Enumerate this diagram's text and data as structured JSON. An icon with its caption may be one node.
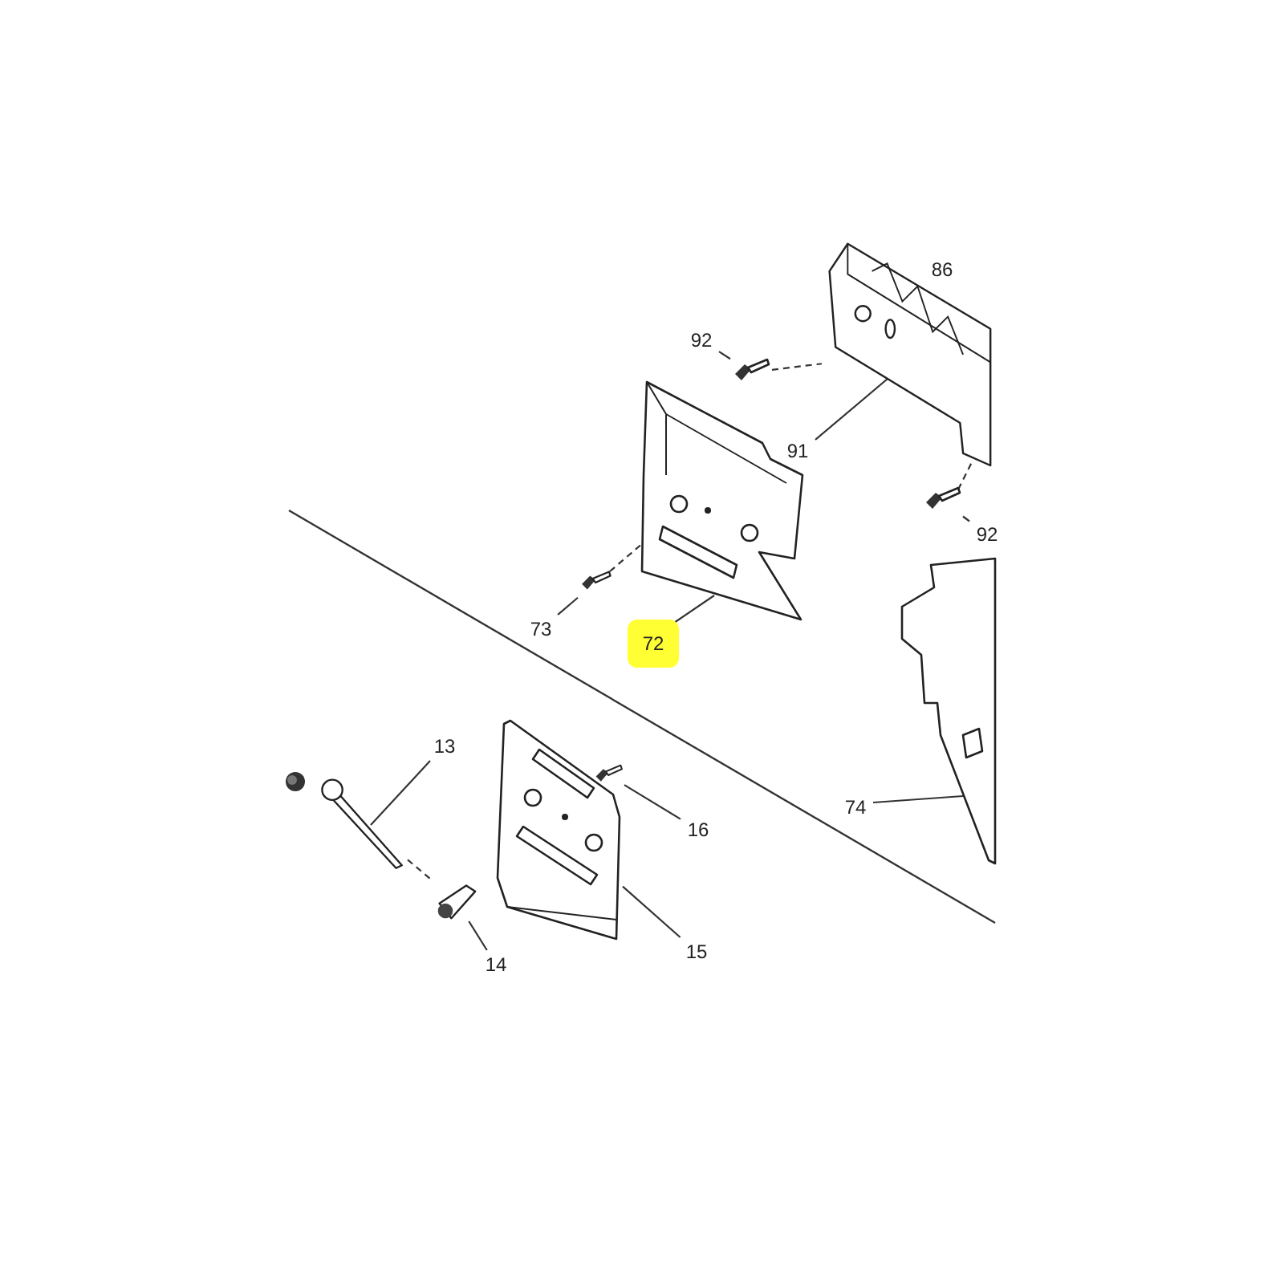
{
  "diagram": {
    "nodes": [
      {
        "text": [
          "92"
        ]
      },
      {
        "text": [],
        "shape": "picture"
      },
      {
        "text": [
          "91"
        ]
      },
      {
        "text": [],
        "shape": "picture"
      },
      {
        "text": [
          "92"
        ]
      },
      {
        "text": [],
        "shape": "picture"
      },
      {
        "text": [
          "73"
        ]
      },
      {
        "text": [],
        "shape": "picture"
      },
      {
        "text": [
          "72"
        ]
      },
      {
        "text": [],
        "shape": "picture"
      },
      {
        "text": [
          "74"
        ]
      },
      {
        "text": [],
        "shape": "picture"
      },
      {
        "text": [
          "13"
        ]
      },
      {
        "text": [],
        "shape": "picture"
      },
      {
        "text": [
          "16"
        ]
      },
      {
        "text": [],
        "shape": "picture"
      },
      {
        "text": [
          "14"
        ]
      },
      {
        "text": [],
        "shape": "picture"
      },
      {
        "text": [
          "15"
        ]
      },
      {
        "text": [],
        "shape": "picture"
      }
    ],
    "edges": [
      {
        "from": 0,
        "to": 1,
        "arrow": "none"
      },
      {
        "from": 2,
        "to": 3,
        "arrow": "none"
      },
      {
        "from": 4,
        "to": 5,
        "arrow": "none"
      },
      {
        "from": 6,
        "to": 7,
        "arrow": "none"
      },
      {
        "from": 8,
        "to": 9,
        "arrow": "none"
      },
      {
        "from": 10,
        "to": 11,
        "arrow": "none"
      },
      {
        "from": 12,
        "to": 13,
        "arrow": "none"
      },
      {
        "from": 14,
        "to": 15,
        "arrow": "none"
      },
      {
        "from": 16,
        "to": 17,
        "arrow": "none"
      },
      {
        "from": 18,
        "to": 19,
        "arrow": "none"
      },
      {
        "from": 1,
        "to": 3,
        "arrow": "none",
        "style": "dashed"
      },
      {
        "from": 5,
        "to": 3,
        "arrow": "none",
        "style": "dashed"
      },
      {
        "from": 7,
        "to": 9,
        "arrow": "none",
        "style": "dashed"
      },
      {
        "from": 13,
        "to": 17,
        "arrow": "none",
        "style": "dashed"
      }
    ],
    "labels": [
      "86"
    ]
  }
}
